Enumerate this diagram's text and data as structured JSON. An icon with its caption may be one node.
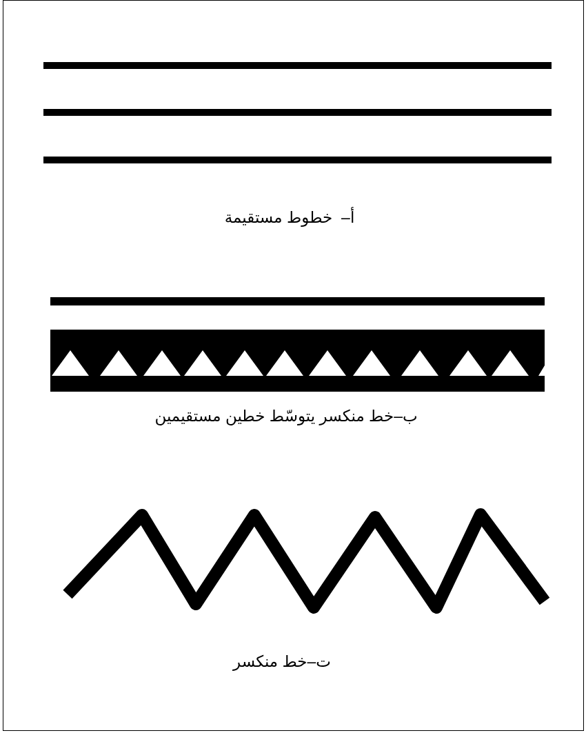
{
  "diagram": {
    "labels": [
      "أ–  خطوط مستقيمة",
      "ب–خط منكسر يتوسّط خطين مستقيمين",
      "ت–خط منكسر"
    ]
  }
}
